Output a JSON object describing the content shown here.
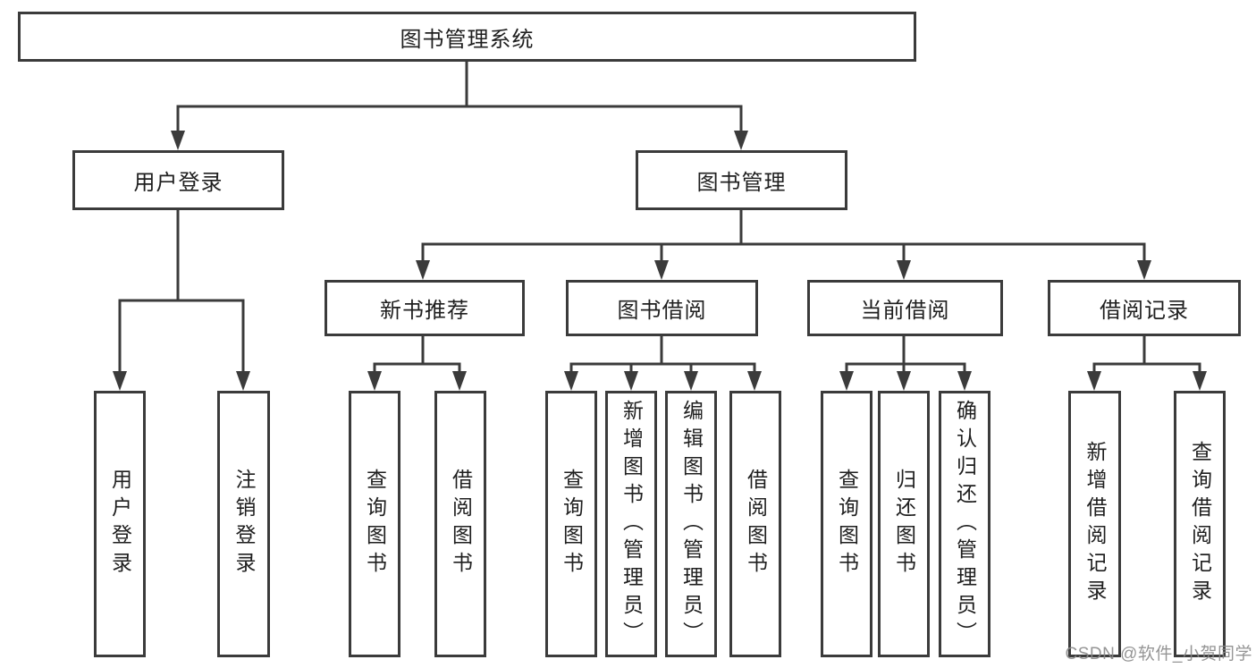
{
  "diagram": {
    "title": "图书管理系统",
    "type": "functional-structure-tree",
    "colors": {
      "background": "#ffffff",
      "box_border": "#3b3b3b",
      "line": "#3b3b3b",
      "text": "#1f1f1f",
      "watermark": "#8a8a8a"
    },
    "watermark": "CSDN @软件_小贺同学"
  },
  "nodes": {
    "root": "图书管理系统",
    "user_login": "用户登录",
    "book_management": "图书管理",
    "new_book_recommend": "新书推荐",
    "book_borrow": "图书借阅",
    "current_borrow": "当前借阅",
    "borrow_record": "借阅记录",
    "ul_user_login": "用户登录",
    "ul_logout": "注销登录",
    "nb_query_book": "查询图书",
    "nb_borrow_book": "借阅图书",
    "bb_query_book": "查询图书",
    "bb_add_book": "新增图书（管理员）",
    "bb_edit_book": "编辑图书（管理员）",
    "bb_borrow_book": "借阅图书",
    "cb_query_book": "查询图书",
    "cb_return_book": "归还图书",
    "cb_confirm_return": "确认归还（管理员）",
    "br_add_record": "新增借阅记录",
    "br_query_record": "查询借阅记录"
  },
  "hierarchy": {
    "图书管理系统": {
      "用户登录": [
        "用户登录",
        "注销登录"
      ],
      "图书管理": {
        "新书推荐": [
          "查询图书",
          "借阅图书"
        ],
        "图书借阅": [
          "查询图书",
          "新增图书（管理员）",
          "编辑图书（管理员）",
          "借阅图书"
        ],
        "当前借阅": [
          "查询图书",
          "归还图书",
          "确认归还（管理员）"
        ],
        "借阅记录": [
          "新增借阅记录",
          "查询借阅记录"
        ]
      }
    }
  }
}
